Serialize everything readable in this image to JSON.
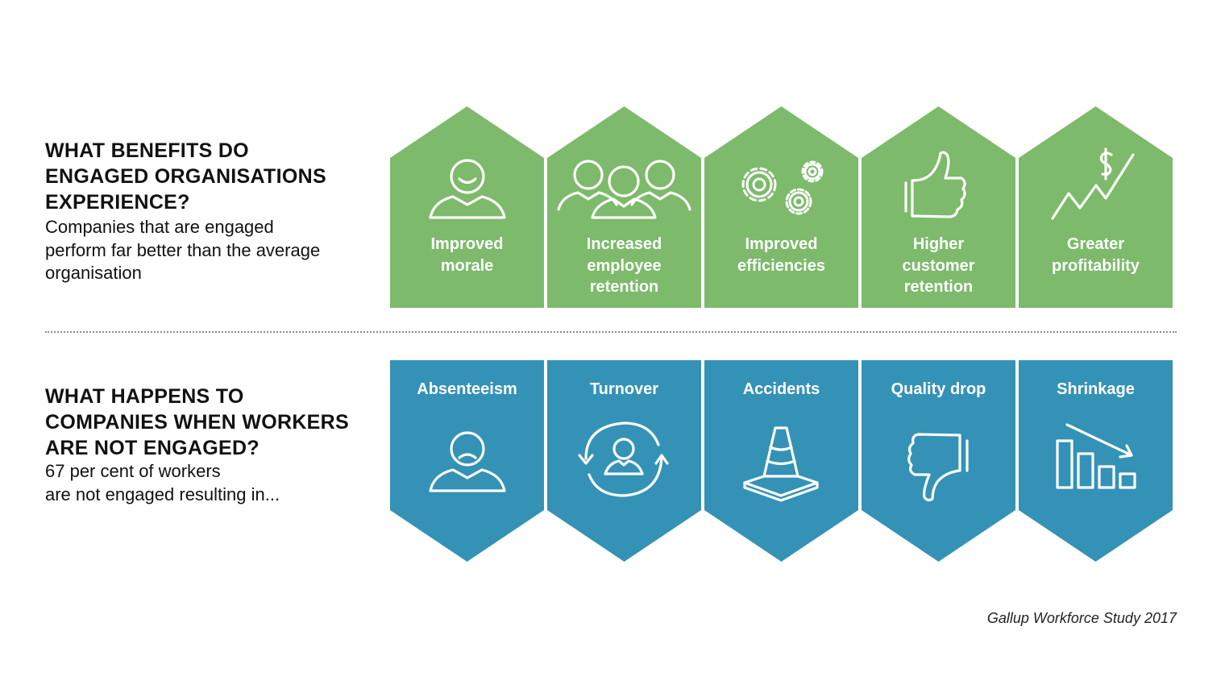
{
  "colors": {
    "benefits_green": "#7dba6b",
    "risks_blue": "#3492b6",
    "divider": "#8a8a8a"
  },
  "benefits": {
    "heading": [
      "What benefits do",
      "engaged organisations",
      "experience?"
    ],
    "subtext": [
      "Companies that are engaged",
      "perform far better than the average",
      "organisation"
    ],
    "items": [
      {
        "icon": "smiling-person-icon",
        "label": [
          "Improved",
          "morale"
        ]
      },
      {
        "icon": "group-of-people-icon",
        "label": [
          "Increased",
          "employee",
          "retention"
        ]
      },
      {
        "icon": "gears-icon",
        "label": [
          "Improved",
          "efficiencies"
        ]
      },
      {
        "icon": "thumbs-up-icon",
        "label": [
          "Higher",
          "customer",
          "retention"
        ]
      },
      {
        "icon": "rising-profit-chart-icon",
        "label": [
          "Greater",
          "profitability"
        ]
      }
    ]
  },
  "risks": {
    "heading": [
      "What happens to",
      "companies when workers",
      "are not engaged?"
    ],
    "subtext": [
      "67 per cent of workers",
      "are not engaged resulting in..."
    ],
    "items": [
      {
        "icon": "sad-person-icon",
        "label": "Absenteeism"
      },
      {
        "icon": "person-cycle-arrows-icon",
        "label": "Turnover"
      },
      {
        "icon": "traffic-cone-icon",
        "label": "Accidents"
      },
      {
        "icon": "thumbs-down-icon",
        "label": "Quality drop"
      },
      {
        "icon": "declining-bars-icon",
        "label": "Shrinkage"
      }
    ]
  },
  "source": "Gallup Workforce Study 2017"
}
